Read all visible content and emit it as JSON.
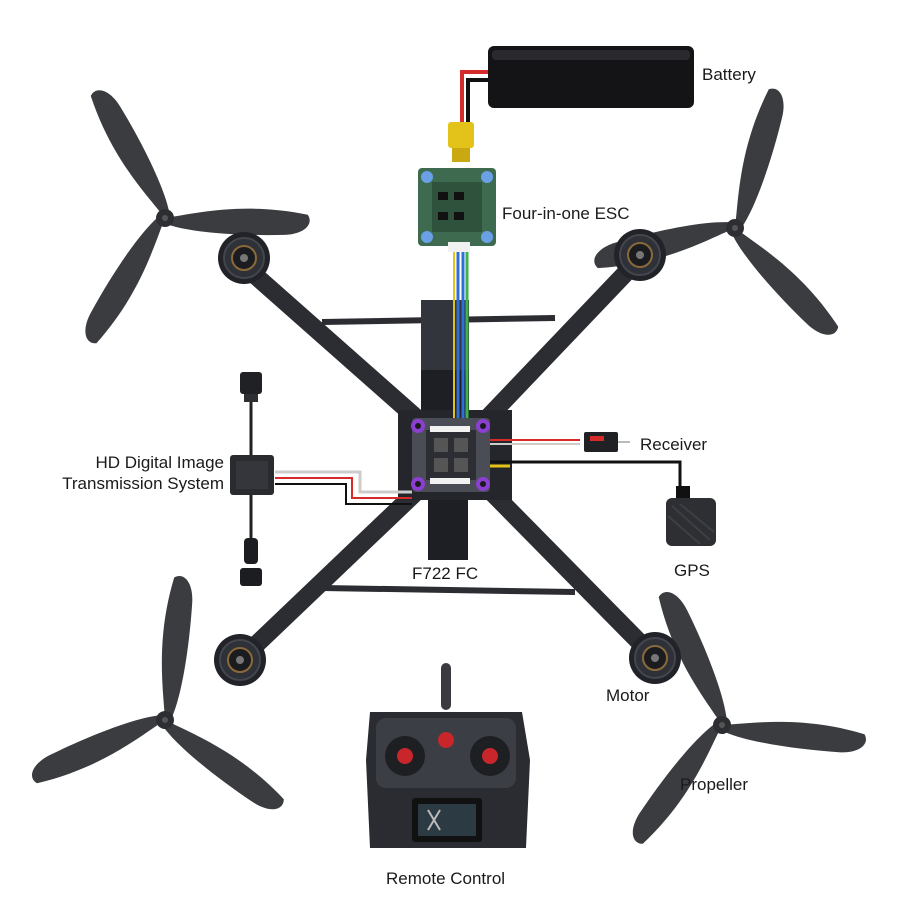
{
  "labels": {
    "battery": "Battery",
    "esc": "Four-in-one ESC",
    "receiver": "Receiver",
    "hd_line1": "HD Digital Image",
    "hd_line2": "Transmission System",
    "fc": "F722 FC",
    "gps": "GPS",
    "motor": "Motor",
    "propeller": "Propeller",
    "remote": "Remote Control"
  },
  "components": [
    {
      "name": "battery",
      "icon": "battery-icon"
    },
    {
      "name": "esc",
      "icon": "esc-board-icon"
    },
    {
      "name": "flight-controller",
      "icon": "fc-board-icon"
    },
    {
      "name": "receiver",
      "icon": "receiver-icon"
    },
    {
      "name": "gps",
      "icon": "gps-module-icon"
    },
    {
      "name": "vtx",
      "icon": "hd-vtx-icon"
    },
    {
      "name": "motor",
      "icon": "motor-icon",
      "count": 4
    },
    {
      "name": "propeller",
      "icon": "propeller-icon",
      "count": 4
    },
    {
      "name": "remote-control",
      "icon": "transmitter-icon"
    }
  ],
  "colors": {
    "frame": "#2b2d33",
    "frame_dark": "#1d1f24",
    "propeller": "#3a3c40",
    "esc_green": "#3e6b50",
    "fc_gray": "#4a4d55",
    "screw_purple": "#8b3fd1",
    "wire_red": "#d52b2b",
    "wire_black": "#111111",
    "wire_white": "#eeeeee",
    "wire_blue": "#2f6fd6",
    "wire_green": "#3fb24a",
    "wire_yellow": "#e3c21a"
  }
}
